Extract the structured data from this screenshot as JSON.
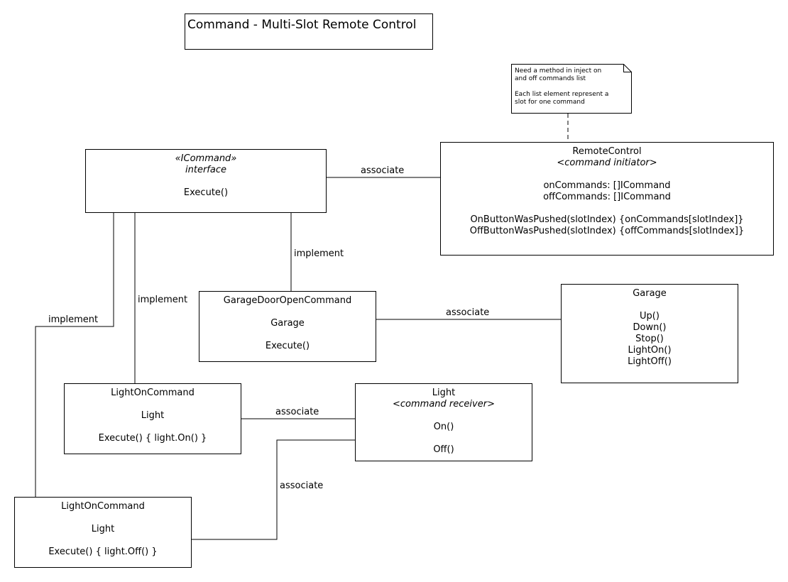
{
  "title": "Command - Multi-Slot Remote Control",
  "note": {
    "line1": "Need a method in inject on",
    "line2": "and off commands list",
    "line3": "Each list element represent a",
    "line4": "slot for one command"
  },
  "icommand": {
    "stereotype": "«ICommand»",
    "kind": "interface",
    "method": "Execute()"
  },
  "remote": {
    "name": "RemoteControl",
    "role": "<command initiator>",
    "attr1": "onCommands: []ICommand",
    "attr2": "offCommands: []ICommand",
    "method1": "OnButtonWasPushed(slotIndex) {onCommands[slotIndex]}",
    "method2": "OffButtonWasPushed(slotIndex) {offCommands[slotIndex]}"
  },
  "garage_cmd": {
    "name": "GarageDoorOpenCommand",
    "field": "Garage",
    "method": "Execute()"
  },
  "garage": {
    "name": "Garage",
    "methods": [
      "Up()",
      "Down()",
      "Stop()",
      "LightOn()",
      "LightOff()"
    ]
  },
  "light_on": {
    "name": "LightOnCommand",
    "field": "Light",
    "method": "Execute() { light.On() }"
  },
  "light": {
    "name": "Light",
    "role": "<command receiver>",
    "method1": "On()",
    "method2": "Off()"
  },
  "light_off": {
    "name": "LightOnCommand",
    "field": "Light",
    "method": "Execute() { light.Off() }"
  },
  "labels": {
    "assoc_remote": "associate",
    "impl_garage": "implement",
    "impl_lighton": "implement",
    "impl_lightoff": "implement",
    "assoc_garage": "associate",
    "assoc_lighton": "associate",
    "assoc_lightoff": "associate"
  }
}
